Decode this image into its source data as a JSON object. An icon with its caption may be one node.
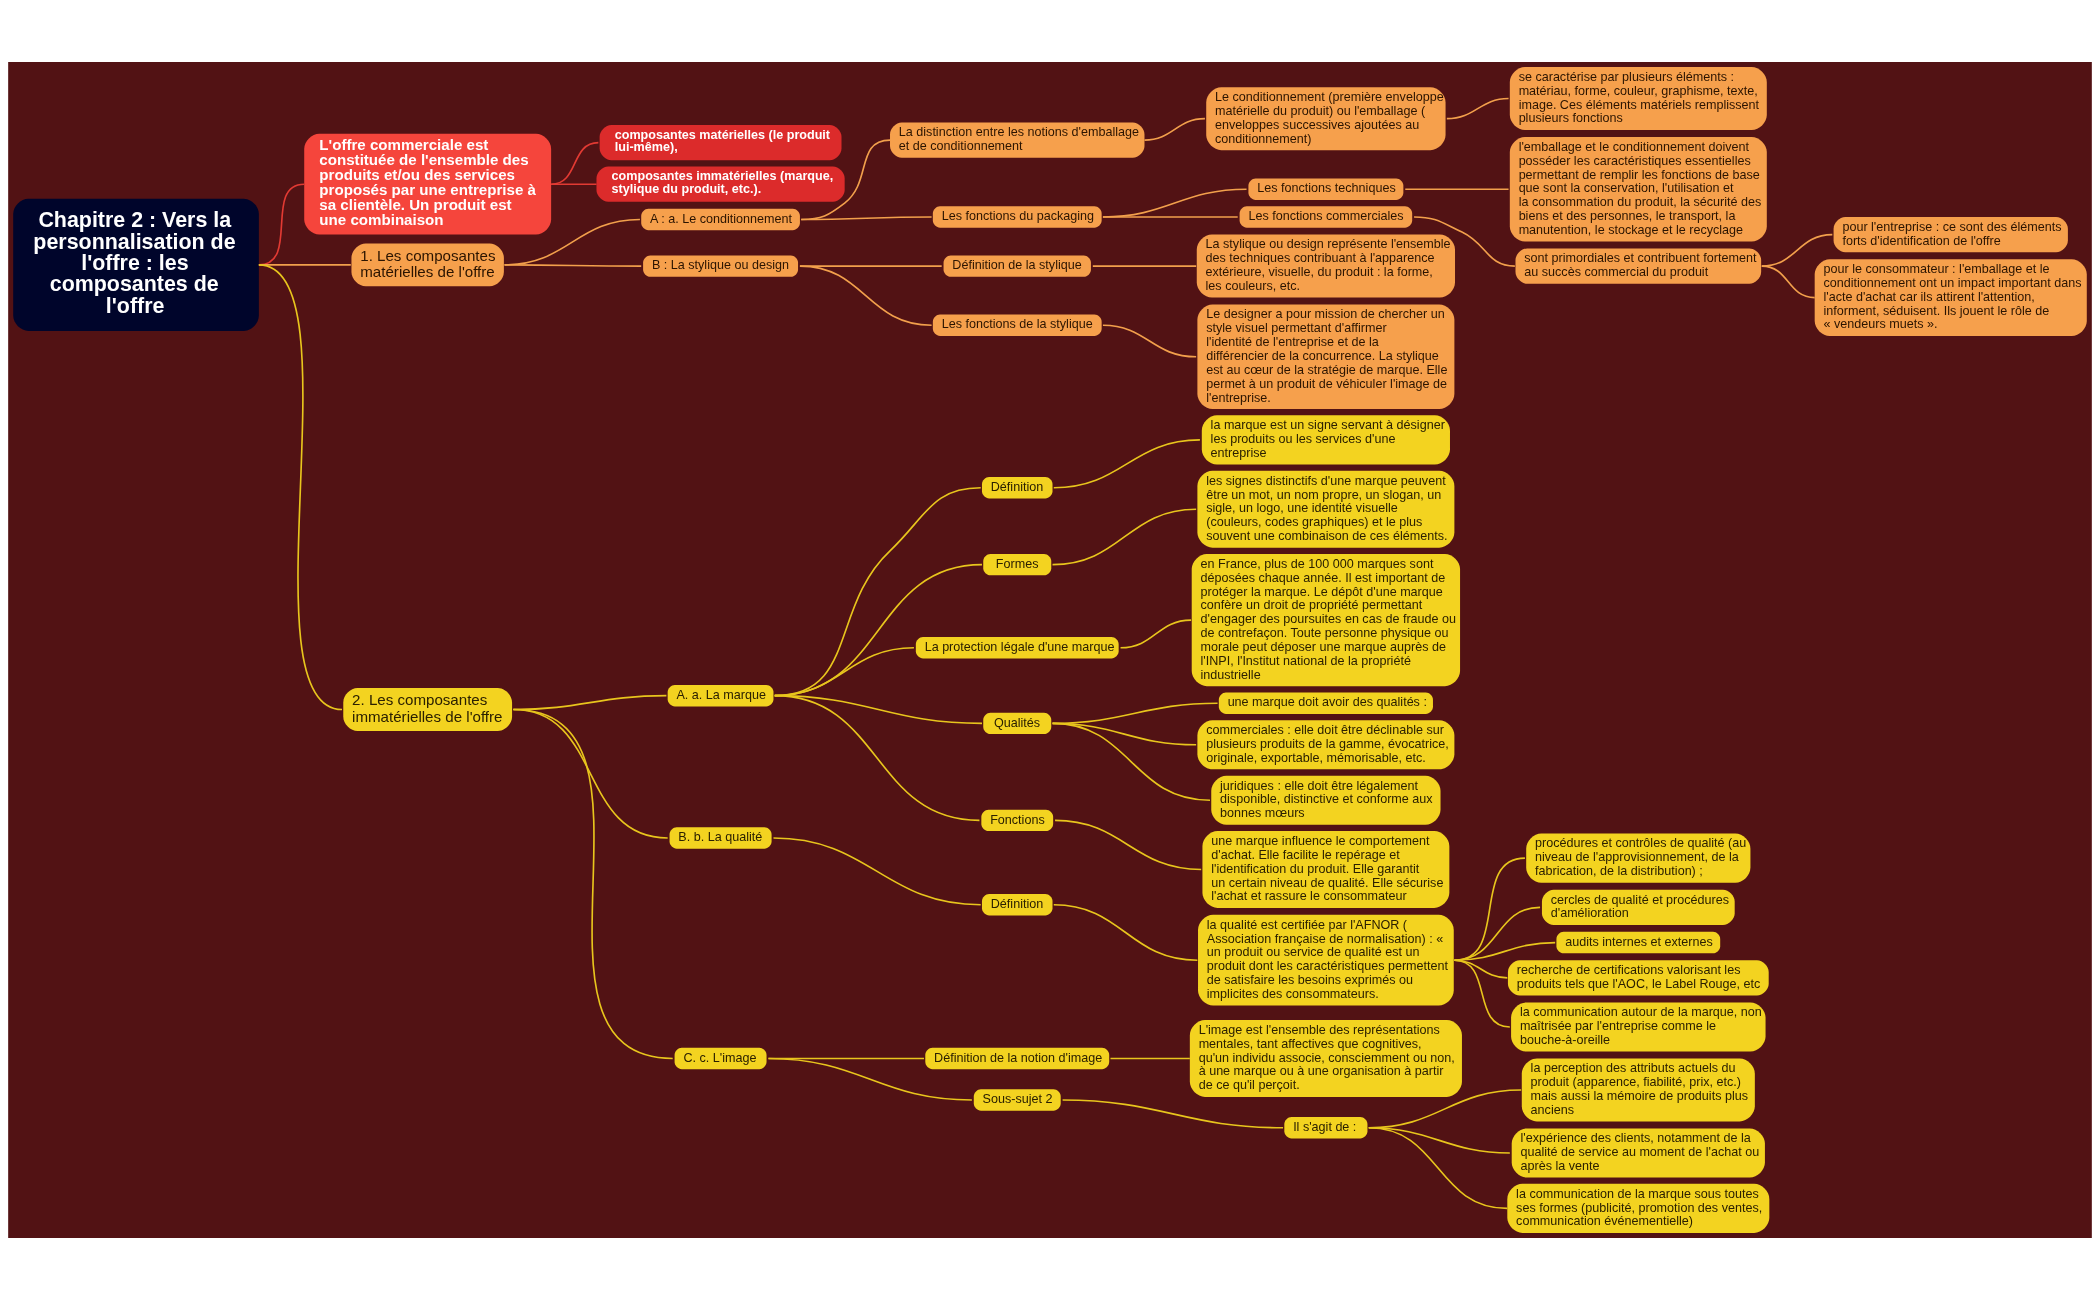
{
  "diagram": {
    "nodes": [
      {
        "text": [
          "Chapitre 2 : Vers la personnalisation de l'offre : les composantes de l'offre"
        ]
      },
      {
        "text": [
          "L'offre commerciale est constituée de l'ensemble des produits et/ou des services proposés par une entreprise à sa clientèle. Un produit est une combinaison"
        ]
      },
      {
        "text": [
          "composantes matérielles (le produit lui-même),"
        ]
      },
      {
        "text": [
          "composantes immatérielles (marque, stylique du produit, etc.)."
        ]
      },
      {
        "text": [
          "1. Les composantes matérielles de l'offre"
        ]
      },
      {
        "text": [
          "A : a. Le conditionnement"
        ]
      },
      {
        "text": [
          "La distinction entre les notions d'emballage et de conditionnement"
        ]
      },
      {
        "text": [
          "Le conditionnement (première enveloppe matérielle du produit) ou l'emballage ( enveloppes successives ajoutées au conditionnement)"
        ]
      },
      {
        "text": [
          "se caractérise par plusieurs éléments : matériau, forme, couleur, graphisme, texte, image. Ces éléments matériels remplissent plusieurs fonctions"
        ]
      },
      {
        "text": [
          "Les fonctions du packaging"
        ]
      },
      {
        "text": [
          "Les fonctions techniques"
        ]
      },
      {
        "text": [
          "l'emballage et le conditionnement doivent posséder les caractéristiques essentielles permettant de remplir les fonctions de base que sont la conservation, l'utilisation et la consommation du produit, la sécurité des biens et des personnes, le transport, la manutention, le stockage et le recyclage"
        ]
      },
      {
        "text": [
          "Les fonctions commerciales"
        ]
      },
      {
        "text": [
          "sont primordiales et contribuent fortement au succès commercial du produit"
        ]
      },
      {
        "text": [
          "pour l'entreprise : ce sont des éléments forts d'identification de l'offre"
        ]
      },
      {
        "text": [
          "pour le consommateur : l'emballage et le conditionnement ont un impact important dans l'acte d'achat car ils attirent l'attention, informent, séduisent. Ils jouent le rôle de « vendeurs muets »."
        ]
      },
      {
        "text": [
          "B : La stylique ou design"
        ]
      },
      {
        "text": [
          "Définition de la stylique"
        ]
      },
      {
        "text": [
          "La stylique ou design représente l'ensemble des techniques contribuant à l'apparence extérieure, visuelle, du produit : la forme, les couleurs, etc."
        ]
      },
      {
        "text": [
          "Les fonctions de la stylique"
        ]
      },
      {
        "text": [
          "Le designer a pour mission de chercher un style visuel permettant d'affirmer l'identité de l'entreprise et de la différencier de la concurrence. La stylique est au cœur de la stratégie de marque. Elle permet à un produit de véhiculer l'image de l'entreprise."
        ]
      },
      {
        "text": [
          "2. Les composantes immatérielles de l'offre"
        ]
      },
      {
        "text": [
          "A. a. La marque"
        ]
      },
      {
        "text": [
          "Définition"
        ]
      },
      {
        "text": [
          "la marque est un signe servant à désigner les produits ou les services d'une entreprise"
        ]
      },
      {
        "text": [
          "Formes"
        ]
      },
      {
        "text": [
          "les signes distinctifs d'une marque peuvent être un mot, un nom propre, un slogan, un sigle, un logo, une identité visuelle (couleurs, codes graphiques) et le plus souvent une combinaison de ces éléments."
        ]
      },
      {
        "text": [
          "La protection légale d'une marque"
        ]
      },
      {
        "text": [
          "en France, plus de 100 000 marques sont déposées chaque année. Il est important de protéger la marque. Le dépôt d'une marque confère un droit de propriété permettant d'engager des poursuites en cas de fraude ou de contrefaçon. Toute personne physique ou morale peut déposer une marque auprès de l'INPI, l'Institut national de la propriété industrielle"
        ]
      },
      {
        "text": [
          "Qualités"
        ]
      },
      {
        "text": [
          "une marque doit avoir des qualités :"
        ]
      },
      {
        "text": [
          "commerciales : elle doit être déclinable sur plusieurs produits de la gamme, évocatrice, originale, exportable, mémorisable, etc."
        ]
      },
      {
        "text": [
          "juridiques : elle doit être légalement disponible, distinctive et conforme aux bonnes mœurs"
        ]
      },
      {
        "text": [
          "Fonctions"
        ]
      },
      {
        "text": [
          "une marque influence le comportement d'achat. Elle facilite le repérage et l'identification du produit. Elle garantit un certain niveau de qualité. Elle sécurise l'achat et rassure le consommateur"
        ]
      },
      {
        "text": [
          "B. b. La qualité"
        ]
      },
      {
        "text": [
          "Définition"
        ]
      },
      {
        "text": [
          "la qualité est certifiée par l'AFNOR ( Association française de normalisation) : « un produit ou service de qualité est un produit dont les caractéristiques permettent de satisfaire les besoins exprimés ou implicites des consommateurs."
        ]
      },
      {
        "text": [
          "procédures et contrôles de qualité (au niveau de l'approvisionnement, de la fabrication, de la distribution) ;"
        ]
      },
      {
        "text": [
          "cercles de qualité et procédures d'amélioration"
        ]
      },
      {
        "text": [
          "audits internes et externes"
        ]
      },
      {
        "text": [
          "recherche de certifications valorisant les produits tels que l'AOC, le Label Rouge, etc"
        ]
      },
      {
        "text": [
          "la communication autour de la marque, non maîtrisée par l'entreprise comme le bouche-à-oreille"
        ]
      },
      {
        "text": [
          "C. c. L'image"
        ]
      },
      {
        "text": [
          "Définition de la notion d'image"
        ]
      },
      {
        "text": [
          "L'image est l'ensemble des représentations mentales, tant affectives que cognitives, qu'un individu associe, consciemment ou non, à une marque ou à une organisation à partir de ce qu'il perçoit."
        ]
      },
      {
        "text": [
          "Sous-sujet 2"
        ]
      },
      {
        "text": [
          "Il s'agit de :"
        ]
      },
      {
        "text": [
          "la perception des attributs actuels du produit (apparence, fiabilité, prix, etc.) mais aussi la mémoire de produits plus anciens"
        ]
      },
      {
        "text": [
          "l'expérience des clients, notamment de la qualité de service au moment de l'achat ou après la vente"
        ]
      },
      {
        "text": [
          "la communication de la marque sous toutes ses formes (publicité, promotion des ventes, communication événementielle)"
        ]
      }
    ],
    "edges": [
      {
        "from": 0,
        "to": 1,
        "arrow": "none",
        "color": "#e23a33"
      },
      {
        "from": 1,
        "to": 2,
        "arrow": "none",
        "color": "#e23a33"
      },
      {
        "from": 1,
        "to": 3,
        "arrow": "none",
        "color": "#e23a33"
      },
      {
        "from": 0,
        "to": 4,
        "arrow": "none",
        "color": "#f2a04c"
      },
      {
        "from": 4,
        "to": 5,
        "arrow": "none",
        "color": "#f2a04c"
      },
      {
        "from": 5,
        "to": 6,
        "arrow": "none",
        "color": "#f2a04c"
      },
      {
        "from": 6,
        "to": 7,
        "arrow": "none",
        "color": "#f2a04c"
      },
      {
        "from": 7,
        "to": 8,
        "arrow": "none",
        "color": "#f2a04c"
      },
      {
        "from": 5,
        "to": 9,
        "arrow": "none",
        "color": "#f2a04c"
      },
      {
        "from": 9,
        "to": 10,
        "arrow": "none",
        "color": "#f2a04c"
      },
      {
        "from": 10,
        "to": 11,
        "arrow": "none",
        "color": "#f2a04c"
      },
      {
        "from": 9,
        "to": 12,
        "arrow": "none",
        "color": "#f2a04c"
      },
      {
        "from": 12,
        "to": 13,
        "arrow": "none",
        "color": "#f2a04c"
      },
      {
        "from": 13,
        "to": 14,
        "arrow": "none",
        "color": "#f2a04c"
      },
      {
        "from": 13,
        "to": 15,
        "arrow": "none",
        "color": "#f2a04c"
      },
      {
        "from": 4,
        "to": 16,
        "arrow": "none",
        "color": "#f2a04c"
      },
      {
        "from": 16,
        "to": 17,
        "arrow": "none",
        "color": "#f2a04c"
      },
      {
        "from": 17,
        "to": 18,
        "arrow": "none",
        "color": "#f2a04c"
      },
      {
        "from": 16,
        "to": 19,
        "arrow": "none",
        "color": "#f2a04c"
      },
      {
        "from": 19,
        "to": 20,
        "arrow": "none",
        "color": "#f2a04c"
      },
      {
        "from": 0,
        "to": 21,
        "arrow": "none"
      },
      {
        "from": 21,
        "to": 22,
        "arrow": "none"
      },
      {
        "from": 22,
        "to": 23,
        "arrow": "none"
      },
      {
        "from": 23,
        "to": 24,
        "arrow": "none"
      },
      {
        "from": 22,
        "to": 25,
        "arrow": "none"
      },
      {
        "from": 25,
        "to": 26,
        "arrow": "none"
      },
      {
        "from": 22,
        "to": 27,
        "arrow": "none"
      },
      {
        "from": 27,
        "to": 28,
        "arrow": "none"
      },
      {
        "from": 22,
        "to": 29,
        "arrow": "none"
      },
      {
        "from": 29,
        "to": 30,
        "arrow": "none"
      },
      {
        "from": 29,
        "to": 31,
        "arrow": "none"
      },
      {
        "from": 29,
        "to": 32,
        "arrow": "none"
      },
      {
        "from": 22,
        "to": 33,
        "arrow": "none"
      },
      {
        "from": 33,
        "to": 34,
        "arrow": "none"
      },
      {
        "from": 21,
        "to": 35,
        "arrow": "none"
      },
      {
        "from": 35,
        "to": 36,
        "arrow": "none"
      },
      {
        "from": 36,
        "to": 37,
        "arrow": "none"
      },
      {
        "from": 37,
        "to": 38,
        "arrow": "none"
      },
      {
        "from": 37,
        "to": 39,
        "arrow": "none"
      },
      {
        "from": 37,
        "to": 40,
        "arrow": "none"
      },
      {
        "from": 37,
        "to": 41,
        "arrow": "none"
      },
      {
        "from": 37,
        "to": 42,
        "arrow": "none"
      },
      {
        "from": 21,
        "to": 43,
        "arrow": "none"
      },
      {
        "from": 43,
        "to": 44,
        "arrow": "none"
      },
      {
        "from": 44,
        "to": 45,
        "arrow": "none"
      },
      {
        "from": 43,
        "to": 46,
        "arrow": "none"
      },
      {
        "from": 46,
        "to": 47,
        "arrow": "none"
      },
      {
        "from": 47,
        "to": 48,
        "arrow": "none"
      },
      {
        "from": 47,
        "to": 49,
        "arrow": "none"
      },
      {
        "from": 47,
        "to": 50,
        "arrow": "none"
      }
    ]
  }
}
